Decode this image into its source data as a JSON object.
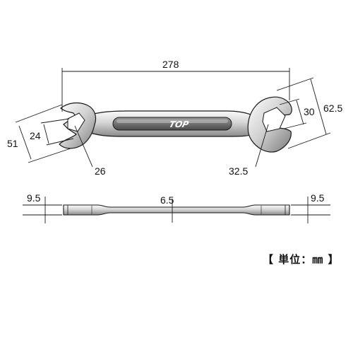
{
  "diagram": {
    "logo_text": "TOP",
    "dimensions": {
      "overall_length": "278",
      "left_head_outer": "51",
      "left_jaw_opening": "24",
      "left_jaw_size": "26",
      "right_head_outer": "62.5",
      "right_jaw_opening": "30",
      "right_jaw_size": "32.5",
      "left_end_thickness": "9.5",
      "shank_thickness": "6.5",
      "right_end_thickness": "9.5"
    },
    "unit_note": "【 単位：㎜ 】"
  },
  "colors": {
    "line": "#1a1a1a",
    "steel_light": "#f2f2f2",
    "steel_mid": "#bdbdbd",
    "steel_dark": "#6e6e6e"
  }
}
